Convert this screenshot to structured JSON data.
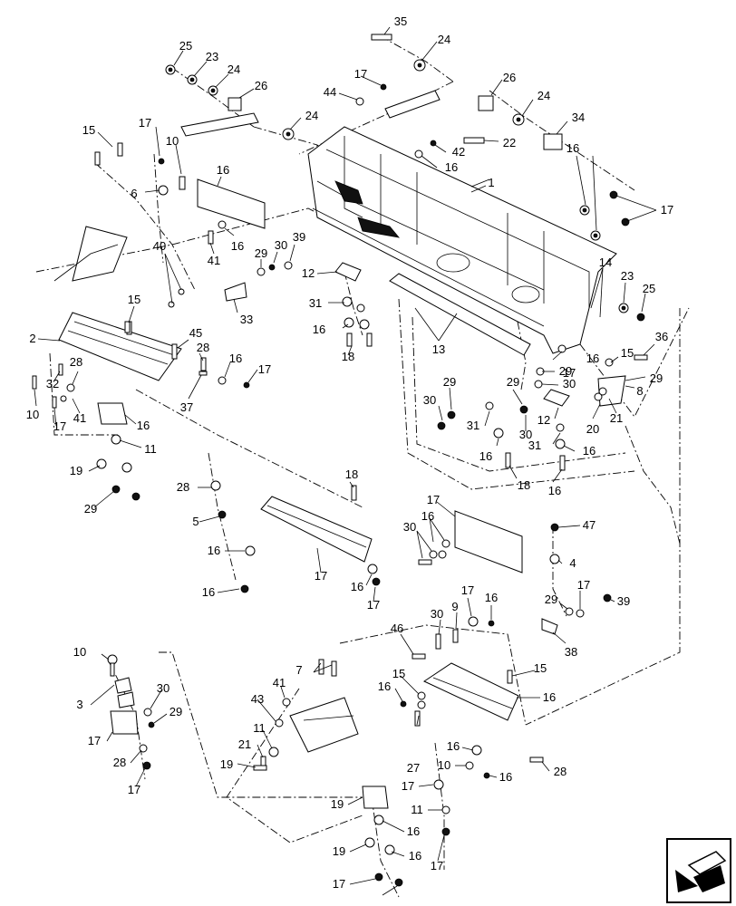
{
  "callouts": [
    {
      "id": "c1",
      "text": "35"
    },
    {
      "id": "c2",
      "text": "24"
    },
    {
      "id": "c3",
      "text": "25"
    },
    {
      "id": "c4",
      "text": "23"
    },
    {
      "id": "c5",
      "text": "24"
    },
    {
      "id": "c6",
      "text": "26"
    },
    {
      "id": "c7",
      "text": "17"
    },
    {
      "id": "c8",
      "text": "44"
    },
    {
      "id": "c9",
      "text": "26"
    },
    {
      "id": "c10",
      "text": "24"
    },
    {
      "id": "c11",
      "text": "34"
    },
    {
      "id": "c12",
      "text": "24"
    },
    {
      "id": "c13",
      "text": "15"
    },
    {
      "id": "c14",
      "text": "17"
    },
    {
      "id": "c15",
      "text": "10"
    },
    {
      "id": "c16",
      "text": "22"
    },
    {
      "id": "c17",
      "text": "42"
    },
    {
      "id": "c18",
      "text": "16"
    },
    {
      "id": "c19",
      "text": "16"
    },
    {
      "id": "c20",
      "text": "6"
    },
    {
      "id": "c21",
      "text": "16"
    },
    {
      "id": "c22",
      "text": "1"
    },
    {
      "id": "c23",
      "text": "17"
    },
    {
      "id": "c24",
      "text": "16"
    },
    {
      "id": "c25",
      "text": "41"
    },
    {
      "id": "c26",
      "text": "29"
    },
    {
      "id": "c27",
      "text": "30"
    },
    {
      "id": "c28",
      "text": "39"
    },
    {
      "id": "c29",
      "text": "40"
    },
    {
      "id": "c30",
      "text": "12"
    },
    {
      "id": "c31",
      "text": "14"
    },
    {
      "id": "c32",
      "text": "23"
    },
    {
      "id": "c33",
      "text": "25"
    },
    {
      "id": "c34",
      "text": "15"
    },
    {
      "id": "c35",
      "text": "33"
    },
    {
      "id": "c36",
      "text": "31"
    },
    {
      "id": "c37",
      "text": "16"
    },
    {
      "id": "c38",
      "text": "13"
    },
    {
      "id": "c39",
      "text": "2"
    },
    {
      "id": "c40",
      "text": "45"
    },
    {
      "id": "c41",
      "text": "28"
    },
    {
      "id": "c42",
      "text": "18"
    },
    {
      "id": "c43",
      "text": "36"
    },
    {
      "id": "c44",
      "text": "16"
    },
    {
      "id": "c45",
      "text": "15"
    },
    {
      "id": "c46",
      "text": "29"
    },
    {
      "id": "c47",
      "text": "30"
    },
    {
      "id": "c48",
      "text": "17"
    },
    {
      "id": "c49",
      "text": "29"
    },
    {
      "id": "c50",
      "text": "8"
    },
    {
      "id": "c51",
      "text": "32"
    },
    {
      "id": "c52",
      "text": "28"
    },
    {
      "id": "c53",
      "text": "16"
    },
    {
      "id": "c54",
      "text": "17"
    },
    {
      "id": "c55",
      "text": "10"
    },
    {
      "id": "c56",
      "text": "37"
    },
    {
      "id": "c57",
      "text": "29"
    },
    {
      "id": "c58",
      "text": "29"
    },
    {
      "id": "c59",
      "text": "21"
    },
    {
      "id": "c60",
      "text": "20"
    },
    {
      "id": "c61",
      "text": "30"
    },
    {
      "id": "c62",
      "text": "31"
    },
    {
      "id": "c63",
      "text": "30"
    },
    {
      "id": "c64",
      "text": "12"
    },
    {
      "id": "c65",
      "text": "17"
    },
    {
      "id": "c66",
      "text": "41"
    },
    {
      "id": "c67",
      "text": "16"
    },
    {
      "id": "c68",
      "text": "11"
    },
    {
      "id": "c69",
      "text": "16"
    },
    {
      "id": "c70",
      "text": "31"
    },
    {
      "id": "c71",
      "text": "16"
    },
    {
      "id": "c72",
      "text": "19"
    },
    {
      "id": "c73",
      "text": "18"
    },
    {
      "id": "c74",
      "text": "16"
    },
    {
      "id": "c75",
      "text": "18"
    },
    {
      "id": "c76",
      "text": "28"
    },
    {
      "id": "c77",
      "text": "29"
    },
    {
      "id": "c78",
      "text": "17"
    },
    {
      "id": "c79",
      "text": "5"
    },
    {
      "id": "c80",
      "text": "16"
    },
    {
      "id": "c81",
      "text": "30"
    },
    {
      "id": "c82",
      "text": "47"
    },
    {
      "id": "c83",
      "text": "17"
    },
    {
      "id": "c84",
      "text": "16"
    },
    {
      "id": "c85",
      "text": "4"
    },
    {
      "id": "c86",
      "text": "16"
    },
    {
      "id": "c87",
      "text": "16"
    },
    {
      "id": "c88",
      "text": "17"
    },
    {
      "id": "c89",
      "text": "17"
    },
    {
      "id": "c90",
      "text": "16"
    },
    {
      "id": "c91",
      "text": "17"
    },
    {
      "id": "c92",
      "text": "29"
    },
    {
      "id": "c93",
      "text": "39"
    },
    {
      "id": "c94",
      "text": "30"
    },
    {
      "id": "c95",
      "text": "9"
    },
    {
      "id": "c96",
      "text": "38"
    },
    {
      "id": "c97",
      "text": "46"
    },
    {
      "id": "c98",
      "text": "10"
    },
    {
      "id": "c99",
      "text": "15"
    },
    {
      "id": "c100",
      "text": "7"
    },
    {
      "id": "c101",
      "text": "15"
    },
    {
      "id": "c102",
      "text": "16"
    },
    {
      "id": "c103",
      "text": "41"
    },
    {
      "id": "c104",
      "text": "30"
    },
    {
      "id": "c105",
      "text": "16"
    },
    {
      "id": "c106",
      "text": "3"
    },
    {
      "id": "c107",
      "text": "43"
    },
    {
      "id": "c108",
      "text": "29"
    },
    {
      "id": "c109",
      "text": "17"
    },
    {
      "id": "c110",
      "text": "11"
    },
    {
      "id": "c111",
      "text": "21"
    },
    {
      "id": "c112",
      "text": "27"
    },
    {
      "id": "c113",
      "text": "16"
    },
    {
      "id": "c114",
      "text": "19"
    },
    {
      "id": "c115",
      "text": "28"
    },
    {
      "id": "c116",
      "text": "28"
    },
    {
      "id": "c117",
      "text": "10"
    },
    {
      "id": "c118",
      "text": "16"
    },
    {
      "id": "c119",
      "text": "17"
    },
    {
      "id": "c120",
      "text": "17"
    },
    {
      "id": "c121",
      "text": "19"
    },
    {
      "id": "c122",
      "text": "11"
    },
    {
      "id": "c123",
      "text": "16"
    },
    {
      "id": "c124",
      "text": "19"
    },
    {
      "id": "c125",
      "text": "16"
    },
    {
      "id": "c126",
      "text": "17"
    },
    {
      "id": "c127",
      "text": "17"
    }
  ]
}
